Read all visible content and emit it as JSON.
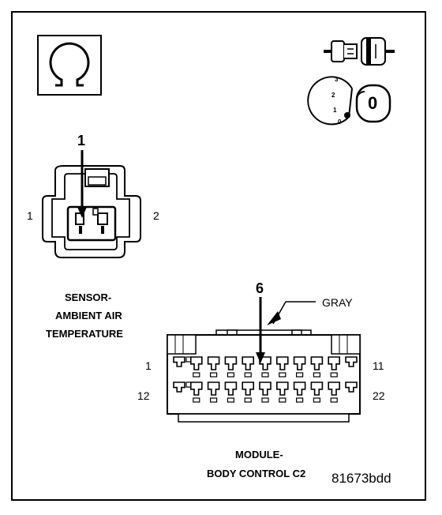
{
  "sensor": {
    "pin_callout": "1",
    "left_pin": "1",
    "right_pin": "2",
    "name_lines": [
      "SENSOR-",
      "AMBIENT AIR",
      "TEMPERATURE"
    ]
  },
  "module": {
    "pin_callout": "6",
    "color_label": "GRAY",
    "row1_left": "1",
    "row1_right": "11",
    "row2_left": "12",
    "row2_right": "22",
    "name_lines": [
      "MODULE-",
      "BODY CONTROL C2"
    ]
  },
  "legend": {
    "ohm_symbol": "Ω",
    "switch_positions": [
      "3",
      "2",
      "1",
      "0"
    ],
    "switch_knob_label": "0"
  },
  "figure_id": "81673bdd"
}
